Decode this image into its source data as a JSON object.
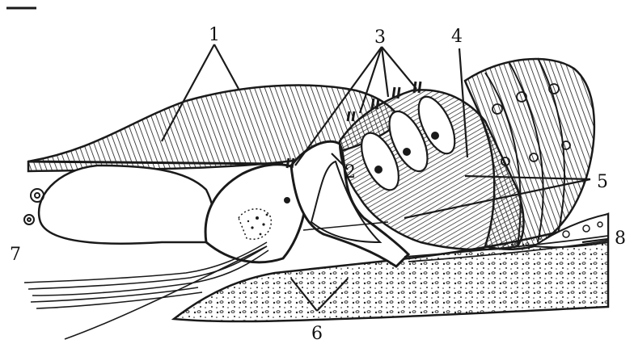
{
  "labels": {
    "l1": "1",
    "l2": "2",
    "l3": "3",
    "l4": "4",
    "l5": "5",
    "l6": "6",
    "l7": "7",
    "l8": "8"
  },
  "colors": {
    "ink": "#1a1a1a",
    "paper": "#ffffff",
    "stipple": "#555555"
  }
}
